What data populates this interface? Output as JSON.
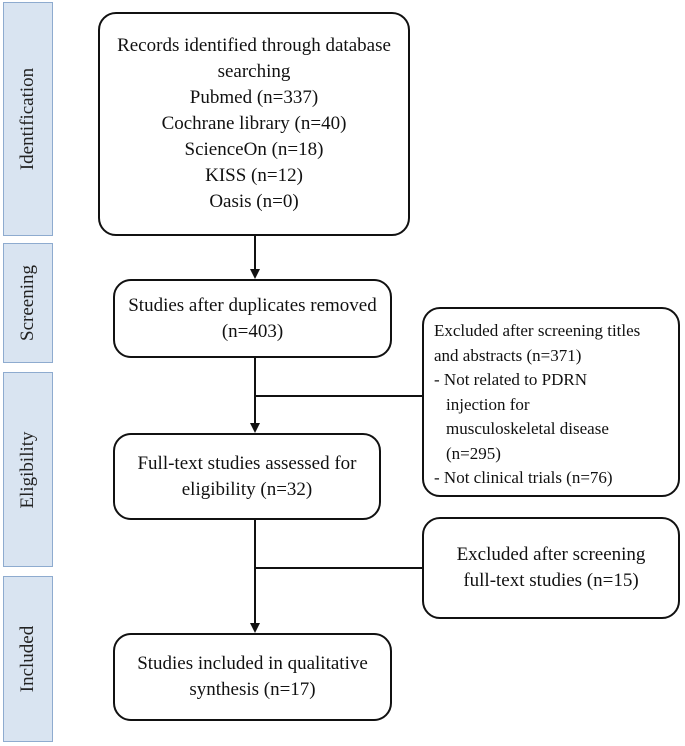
{
  "phases": [
    {
      "id": "identification",
      "label": "Identification"
    },
    {
      "id": "screening",
      "label": "Screening"
    },
    {
      "id": "eligibility",
      "label": "Eligibility"
    },
    {
      "id": "included",
      "label": "Included"
    }
  ],
  "boxes": {
    "records": {
      "lines": [
        "Records identified through database",
        "searching",
        "Pubmed (n=337)",
        "Cochrane library (n=40)",
        "ScienceOn (n=18)",
        "KISS (n=12)",
        "Oasis (n=0)"
      ]
    },
    "duplicates": {
      "lines": [
        "Studies after duplicates removed",
        "(n=403)"
      ]
    },
    "excluded_screening": {
      "lines": [
        "Excluded after screening titles",
        "and abstracts (n=371)",
        "- Not related to PDRN",
        "injection for",
        "musculoskeletal disease",
        "(n=295)",
        "- Not clinical trials (n=76)"
      ]
    },
    "fulltext": {
      "lines": [
        "Full-text studies assessed for",
        "eligibility (n=32)"
      ]
    },
    "excluded_fulltext": {
      "lines": [
        "Excluded after screening",
        "full-text studies (n=15)"
      ]
    },
    "included": {
      "lines": [
        "Studies included in qualitative",
        "synthesis (n=17)"
      ]
    }
  }
}
